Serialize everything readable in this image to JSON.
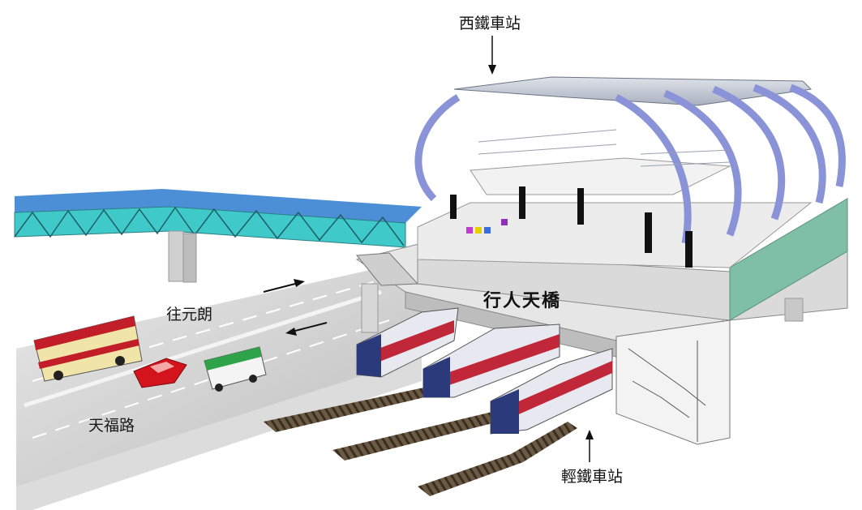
{
  "labels": {
    "west_rail_station": "西鐵車站",
    "light_rail_station": "輕鐵車站",
    "footbridge": "行人天橋",
    "road_to_yuen_long": "往元朗",
    "tin_fuk_road": "天福路"
  },
  "colors": {
    "bridge_glass": "#3fc9c9",
    "bridge_roof": "#4d8fd6",
    "road": "#c9c9c9",
    "lrt_train_red": "#c0283a",
    "lrt_train_stripe": "#2b3a7a",
    "bus_body": "#f0e4a8",
    "bus_red": "#c21e2a",
    "minibus_green": "#2ea34a",
    "car_red": "#d4141c",
    "station_roof_arch": "#8b93d8"
  },
  "icons": [
    "down-arrow-icon",
    "up-arrow-icon",
    "right-arrow-icon",
    "left-arrow-icon"
  ]
}
